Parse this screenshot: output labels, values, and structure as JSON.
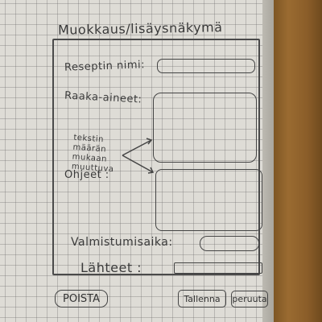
{
  "view": {
    "title": "Muokkaus/lisäysnäkymä"
  },
  "form": {
    "recipe_name_label": "Reseptin nimi:",
    "ingredients_label": "Raaka-aineet:",
    "instructions_label": "Ohjeet :",
    "cooking_time_label": "Valmistumisaika:",
    "sources_label": "Lähteet :",
    "resize_note": "tekstin määrän mukaan muuttuva"
  },
  "buttons": {
    "delete_label": "POISTA",
    "save_label": "Tallenna",
    "cancel_label": "peruuta"
  },
  "colors": {
    "ink": "#3a3a3a",
    "paper": "#dedcd6",
    "wood": "#8a5d29"
  }
}
